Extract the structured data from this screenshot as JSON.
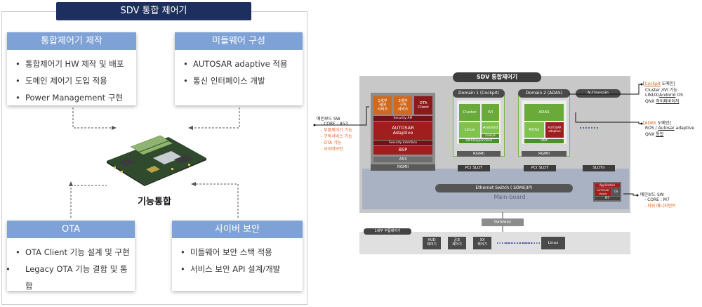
{
  "left": {
    "title": "SDV 통합 제어기",
    "center_label": "기능통합",
    "cards": {
      "ecu": {
        "title": "통합제어기 제작",
        "items": [
          "통합제어기 HW 제작 및 배포",
          "도메인 제어기 도입 적용",
          "Power Management 구현"
        ]
      },
      "middleware": {
        "title": "미들웨어 구성",
        "items": [
          "AUTOSAR adaptive 적용",
          "통신 인터페이스 개발"
        ]
      },
      "ota": {
        "title": "OTA",
        "items": [
          "OTA Client 기능 설계 및 구현",
          "Legacy OTA 기능 결합 및 통합"
        ]
      },
      "security": {
        "title": "사이버 보안",
        "items": [
          "미들웨어 보안 스택 적용",
          "서비스 보안 API 설계/개발"
        ]
      }
    },
    "bullet": "•"
  },
  "right": {
    "title": "SDV 통합제어기",
    "main_board": "Main-board",
    "mainboard_note": {
      "head": "메인보드 SW",
      "core": "- CORE : A53",
      "items": [
        "- 부품제어기 기능",
        "- 구독서비스 기능",
        "- OTA 기능",
        "- 사이버보안"
      ]
    },
    "left_block": {
      "b1": "1세부\n제어\n서비스",
      "b2": "3세부\n구독\n서비스",
      "ota_client": "OTA\nClient",
      "security_api": "Security API",
      "autosar": "AUTOSAR\nAdaptive",
      "security_interface": "Security Interface",
      "bsp": "BSP",
      "a53": "A53",
      "rgmii": "RGMII"
    },
    "domain1": {
      "title": "Domain 1 (Cockpit)",
      "cluster": "Cluster",
      "ivi": "IVI",
      "linux": "Linux",
      "android": "Android",
      "someip": "SOME/IP",
      "qnx_hv": "QNX(Hypervisor)",
      "rgmii": "RGMII",
      "slot": "PCI SLOT"
    },
    "domain2": {
      "title": "Domain 2 (ADAS)",
      "adas": "ADAS",
      "ros2": "ROS2",
      "autosar_adaptive": "AUTOSAR\nadaptive",
      "qnx": "QNX",
      "rgmii": "RGMII",
      "slot": "PCI SLOT"
    },
    "ndomain": {
      "title": "N-Domain",
      "slot": "SLOTn"
    },
    "ethernet_switch": "Ethernet Switch ( SOME/IP)",
    "m7_block": {
      "app": "Application",
      "autosar": "AUTOSAR\nclassic",
      "os": "OS",
      "m7": "M7"
    },
    "gateway": "Gateway",
    "sub": {
      "title": "1세부 부품제어기",
      "items": [
        "HUD\n제어기",
        "공조\n제어기",
        "XX\n제어기"
      ],
      "linux": "Linux"
    },
    "cockpit_note": {
      "tag": "Cockpit",
      "suffix": " 도메인]",
      "prefix": "[",
      "l1": "Cluster  /IVI 기능",
      "l2a": "LINUX/",
      "l2b": "Andorid",
      "l2c": " OS",
      "l3a": "QNX ",
      "l3b": "하이퍼바이저"
    },
    "adas_note": {
      "tag": "[ADAS",
      "suffix": " 도메인]",
      "l1a": "ROS / ",
      "l1b": "Autosar",
      "l1c": " adaptive",
      "l2a": "QNX ",
      "l2b": "통합"
    },
    "m7_note": {
      "head": "메인보드 SW",
      "core": "- CORE : M7",
      "item": "- 파워 매니지먼트"
    }
  }
}
